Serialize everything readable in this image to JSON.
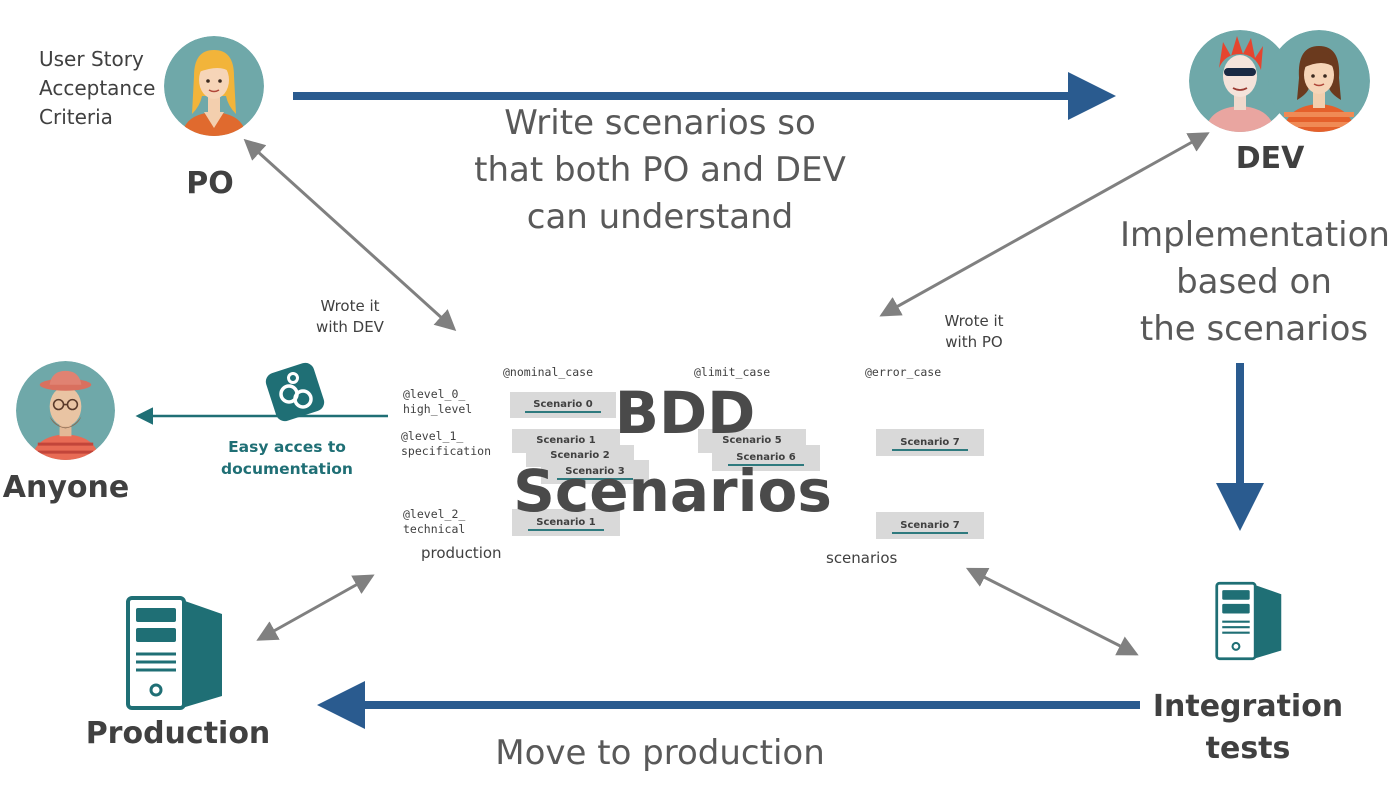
{
  "po": {
    "label": "PO",
    "note_lines": [
      "User Story",
      "Acceptance",
      "Criteria"
    ]
  },
  "dev": {
    "label": "DEV"
  },
  "anyone": {
    "label": "Anyone"
  },
  "production": {
    "label": "Production"
  },
  "integration": {
    "label_lines": [
      "Integration",
      "tests"
    ]
  },
  "top_message_lines": [
    "Write scenarios so",
    "that both PO and DEV",
    "can understand"
  ],
  "implementation_lines": [
    "Implementation",
    "based on",
    "the scenarios"
  ],
  "bottom_message": "Move to production",
  "wrote_with_dev": [
    "Wrote it",
    "with DEV"
  ],
  "wrote_with_po": [
    "Wrote it",
    "with PO"
  ],
  "doc_caption": [
    "Easy acces to",
    "documentation"
  ],
  "bdd": {
    "title_lines": [
      "BDD",
      "Scenarios"
    ]
  },
  "tags": {
    "nominal": "@nominal_case",
    "limit": "@limit_case",
    "error": "@error_case",
    "level0": [
      "@level_0_",
      "high_level"
    ],
    "level1": [
      "@level_1_",
      "specification"
    ],
    "level2": [
      "@level_2_",
      "technical"
    ]
  },
  "scenarios": {
    "s0": "Scenario 0",
    "s1": "Scenario 1",
    "s2": "Scenario 2",
    "s3": "Scenario 3",
    "s5": "Scenario 5",
    "s6": "Scenario 6",
    "s7": "Scenario 7",
    "s1b": "Scenario 1",
    "s7b": "Scenario 7"
  },
  "fragments": {
    "production": "production",
    "scenarios": "scenarios"
  },
  "colors": {
    "arrow_blue": "#2a5b8f",
    "arrow_grey": "#808080",
    "teal": "#1f6f75",
    "avatar_bg": "#6fa8a9"
  }
}
